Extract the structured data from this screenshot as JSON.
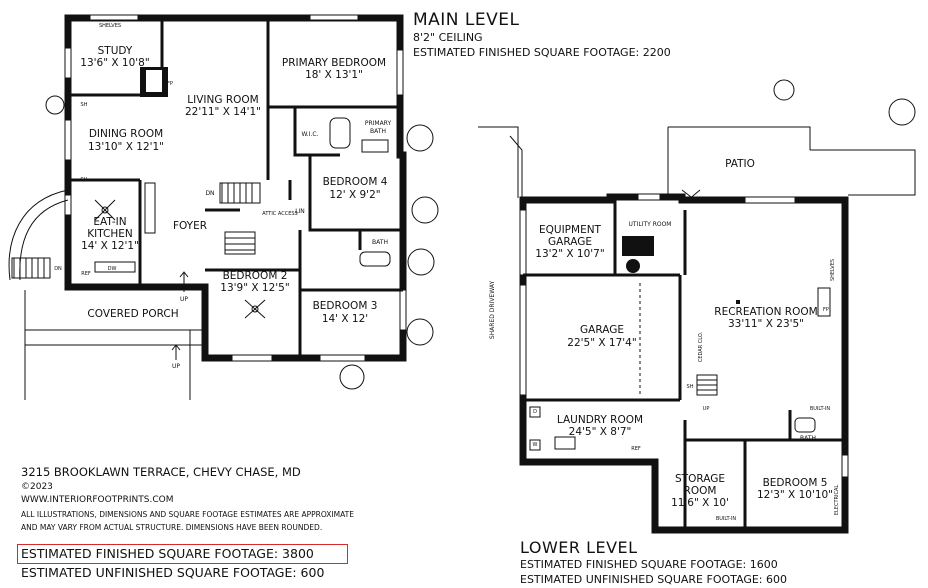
{
  "main_level": {
    "title": "MAIN LEVEL",
    "ceiling": "8'2\" CEILING",
    "sqft": "ESTIMATED FINISHED SQUARE FOOTAGE: 2200",
    "rooms": {
      "study": {
        "name": "STUDY",
        "dim": "13'6\" X 10'8\""
      },
      "living": {
        "name": "LIVING ROOM",
        "dim": "22'11\" X 14'1\""
      },
      "primary_bed": {
        "name": "PRIMARY BEDROOM",
        "dim": "18' X 13'1\""
      },
      "dining": {
        "name": "DINING ROOM",
        "dim": "13'10\" X 12'1\""
      },
      "bed4": {
        "name": "BEDROOM 4",
        "dim": "12' X 9'2\""
      },
      "kitchen": {
        "name1": "EAT-IN",
        "name2": "KITCHEN",
        "dim": "14' X 12'1\""
      },
      "foyer": {
        "name": "FOYER"
      },
      "bed2": {
        "name": "BEDROOM 2",
        "dim": "13'9\" X 12'5\""
      },
      "bed3": {
        "name": "BEDROOM 3",
        "dim": "14' X 12'"
      },
      "porch": {
        "name": "COVERED PORCH"
      }
    },
    "small": {
      "shelves": "SHELVES",
      "fp": "FP",
      "wic": "W.I.C.",
      "primary_bath1": "PRIMARY",
      "primary_bath2": "BATH",
      "bath": "BATH",
      "lin": "LIN",
      "dn": "DN",
      "up": "UP",
      "ref": "REF",
      "dw": "DW",
      "sh": "SH",
      "attic": "ATTIC ACCESS"
    }
  },
  "lower_level": {
    "title": "LOWER LEVEL",
    "sqft_finished": "ESTIMATED FINISHED SQUARE FOOTAGE: 1600",
    "sqft_unfinished": "ESTIMATED UNFINISHED SQUARE FOOTAGE: 600",
    "rooms": {
      "patio": {
        "name": "PATIO"
      },
      "equipment": {
        "name1": "EQUIPMENT",
        "name2": "GARAGE",
        "dim": "13'2\" X 10'7\""
      },
      "utility": {
        "name": "UTILITY ROOM"
      },
      "garage": {
        "name": "GARAGE",
        "dim": "22'5\" X 17'4\""
      },
      "recreation": {
        "name": "RECREATION ROOM",
        "dim": "33'11\" X 23'5\""
      },
      "laundry": {
        "name": "LAUNDRY ROOM",
        "dim": "24'5\" X 8'7\""
      },
      "bath": {
        "name": "BATH"
      },
      "storage": {
        "name1": "STORAGE",
        "name2": "ROOM",
        "dim": "11'6\" X 10'"
      },
      "bed5": {
        "name": "BEDROOM 5",
        "dim": "12'3\" X 10'10\""
      }
    },
    "small": {
      "shared_driveway": "SHARED DRIVEWAY",
      "shelves": "SHELVES",
      "fp": "FP",
      "built_in": "BUILT-IN",
      "ref": "REF",
      "w": "W",
      "d": "D",
      "up": "UP",
      "sh": "SH",
      "cedar": "CEDAR CLO.",
      "electrical": "ELECTRICAL"
    }
  },
  "footer": {
    "address": "3215 BROOKLAWN TERRACE, CHEVY CHASE, MD",
    "copyright": "©2023",
    "website": "WWW.INTERIORFOOTPRINTS.COM",
    "disclaimer1": "ALL ILLUSTRATIONS, DIMENSIONS AND SQUARE FOOTAGE ESTIMATES ARE APPROXIMATE",
    "disclaimer2": "AND MAY VARY FROM ACTUAL STRUCTURE. DIMENSIONS HAVE BEEN ROUNDED.",
    "total_finished": "ESTIMATED FINISHED SQUARE FOOTAGE: 3800",
    "total_unfinished": "ESTIMATED UNFINISHED SQUARE FOOTAGE: 600"
  },
  "colors": {
    "highlight_box": "#d62b2b",
    "ink": "#111111"
  }
}
